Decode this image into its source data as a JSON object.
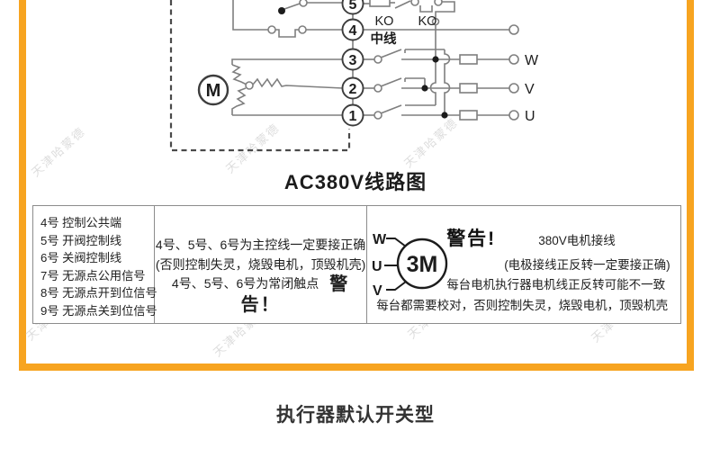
{
  "watermark": "天津哈蒙德",
  "diagram": {
    "title": "AC380V线路图",
    "terminals": [
      "5",
      "4",
      "3",
      "2",
      "1"
    ],
    "labels": {
      "ko": "KO",
      "neutral": "中线",
      "motor": "M",
      "w": "W",
      "v": "V",
      "u": "U"
    }
  },
  "table": {
    "col1": [
      "4号 控制公共端",
      "5号 开阀控制线",
      "6号 关阀控制线",
      "7号 无源点公用信号",
      "8号 无源点开到位信号",
      "9号 无源点关到位信号"
    ],
    "col2": {
      "line1": "4号、5号、6号为主控线一定要接正确",
      "line2": "(否则控制失灵，烧毁电机，顶毁机壳)",
      "line3": "4号、5号、6号为常闭触点",
      "warning": "警告！"
    },
    "col3": {
      "w": "W",
      "u": "U",
      "v": "V",
      "motor_label": "3M",
      "warning": "警告!",
      "line1": "380V电机接线",
      "line2": "(电极接线正反转一定要接正确)",
      "line3": "每台电机执行器电机线正反转可能不一致",
      "line4": "每台都需要校对，否则控制失灵，烧毁电机，顶毁机壳"
    }
  },
  "caption": "执行器默认开关型",
  "colors": {
    "frame_orange": "#F7A420",
    "wire_gray": "#7f7f7f",
    "dark": "#3d3d3d"
  }
}
